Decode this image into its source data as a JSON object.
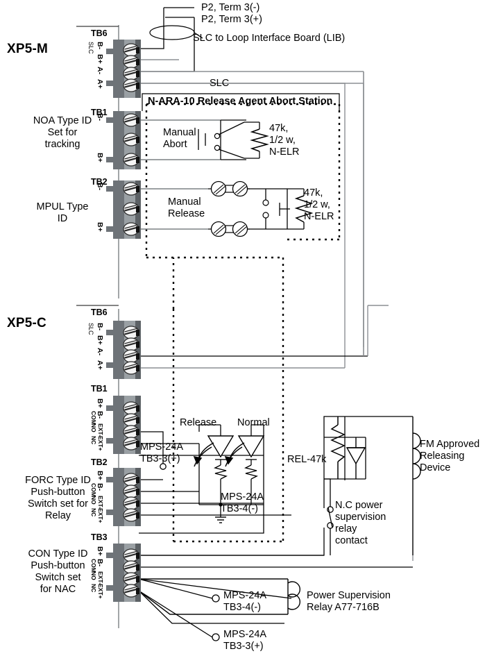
{
  "diagram": {
    "modules": [
      {
        "id": "xp5m",
        "label": "XP5-M"
      },
      {
        "id": "xp5c",
        "label": "XP5-C"
      }
    ],
    "top_callouts": {
      "p2_term3_minus": "P2, Term 3(-)",
      "p2_term3_plus": "P2, Term 3(+)",
      "slc_to_lib": "SLC to Loop Interface Board (LIB)"
    },
    "slc_label": "SLC",
    "abort_station": {
      "title": "N-ARA-10 Release Agent Abort Station",
      "manual_abort": "Manual\nAbort",
      "manual_release": "Manual\nRelease",
      "elr_abort": "47k,\n1/2 w,\nN-ELR",
      "elr_release": "47k,\n1/2 w,\nN-ELR"
    },
    "xp5m_terminal_blocks": [
      {
        "name": "TB6",
        "group": "SLC",
        "terminals": [
          "B-",
          "B+",
          "A-",
          "A+"
        ],
        "rows": 4
      },
      {
        "name": "TB1",
        "terminals": [
          "B-",
          "",
          "B+"
        ],
        "rows": 3
      },
      {
        "name": "TB2",
        "terminals": [
          "B-",
          "",
          "B+"
        ],
        "rows": 3
      }
    ],
    "xp5c_terminal_blocks": [
      {
        "name": "TB6",
        "group": "SLC",
        "terminals": [
          "B-",
          "B+",
          "A-",
          "A+"
        ],
        "rows": 4
      },
      {
        "name": "TB1",
        "terminals": [
          "B+",
          "B-",
          "EXT-",
          "EXT+"
        ],
        "subs": [
          "",
          "COM",
          "NO",
          "NC"
        ],
        "rows": 4
      },
      {
        "name": "TB2",
        "terminals": [
          "B+",
          "B-",
          "EXT-",
          "EXT+"
        ],
        "subs": [
          "",
          "COM",
          "NO",
          "NC"
        ],
        "rows": 4
      },
      {
        "name": "TB3",
        "terminals": [
          "B+",
          "B-",
          "EXT-",
          "EXT+"
        ],
        "subs": [
          "",
          "COM",
          "NO",
          "NC"
        ],
        "rows": 4
      }
    ],
    "left_notes": {
      "noa": "NOA Type ID\nSet for\ntracking",
      "mpul": "MPUL Type\nID",
      "forc": "FORC Type ID\nPush-button\nSwitch set for\nRelay",
      "con": "CON Type ID\nPush-button\nSwitch set\nfor NAC"
    },
    "release_circuit": {
      "release_label": "Release",
      "normal_label": "Normal",
      "mps_tb3_4": "MPS-24A\nTB3-4(-)",
      "mps_tb3_3": "MPS-24A\nTB3-3(+)",
      "rel_47k": "REL-47k",
      "nc_relay": "N.C power\nsupervision\nrelay\ncontact",
      "fm_device": "FM Approved\nReleasing Device"
    },
    "bottom_callouts": {
      "mps_minus": "MPS-24A\nTB3-4(-)",
      "mps_plus": "MPS-24A\nTB3-3(+)",
      "power_relay": "Power Supervision\nRelay A77-716B"
    },
    "colors": {
      "wire": "#000000",
      "wire_gray": "#8b8f93",
      "tb_body": "#6e7378",
      "tb_dark": "#4b5054",
      "tb_face": "#9aa0a4",
      "screw": "#f2f2f2",
      "background": "#ffffff"
    }
  }
}
